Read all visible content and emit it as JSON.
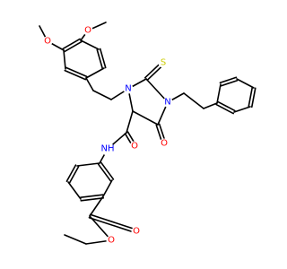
{
  "atoms": {
    "o_methoxy_top": {
      "text": "O"
    },
    "o_methoxy_left": {
      "text": "O"
    },
    "n1": {
      "text": "N"
    },
    "n3": {
      "text": "N"
    },
    "s_thione": {
      "text": "S"
    },
    "o_ring_carbonyl": {
      "text": "O"
    },
    "o_amide": {
      "text": "O"
    },
    "nh_amide": {
      "text": "NH"
    },
    "o_ester_carbonyl": {
      "text": "O"
    },
    "o_ester_ether": {
      "text": "O"
    }
  },
  "colors": {
    "bond": "#000000",
    "oxygen": "#ff0000",
    "nitrogen": "#0000ff",
    "sulfur": "#cccc00",
    "background": "#ffffff"
  }
}
